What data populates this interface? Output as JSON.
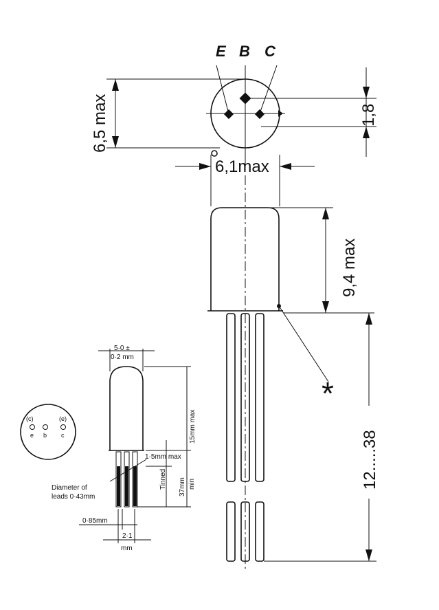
{
  "main_drawing": {
    "pin_labels": {
      "emitter": "E",
      "base": "B",
      "collector": "C"
    },
    "dim_height_top": "6,5 max",
    "dim_pin_offset": "1,8",
    "dim_diameter": "6,1max",
    "dim_body_height": "9,4 max",
    "dim_lead_length": "12.....38",
    "marker_symbol": "*"
  },
  "inset_drawing": {
    "diameter": "5·0 ±",
    "diameter_tol": "0·2 mm",
    "body_height": "15mm max",
    "lead_gap": "1·5mm max",
    "tinned": "Tinned",
    "lead_length_a": "37mm",
    "lead_length_b": "min",
    "lead_diameter_a": "Diameter of",
    "lead_diameter_b": "leads 0·43mm",
    "pitch_a": "0·85mm",
    "pitch_b_a": "2·1",
    "pitch_b_b": "mm",
    "base_view": {
      "c_top": "(c)",
      "e_top": "(e)",
      "e": "e",
      "b": "b",
      "c": "c"
    }
  }
}
